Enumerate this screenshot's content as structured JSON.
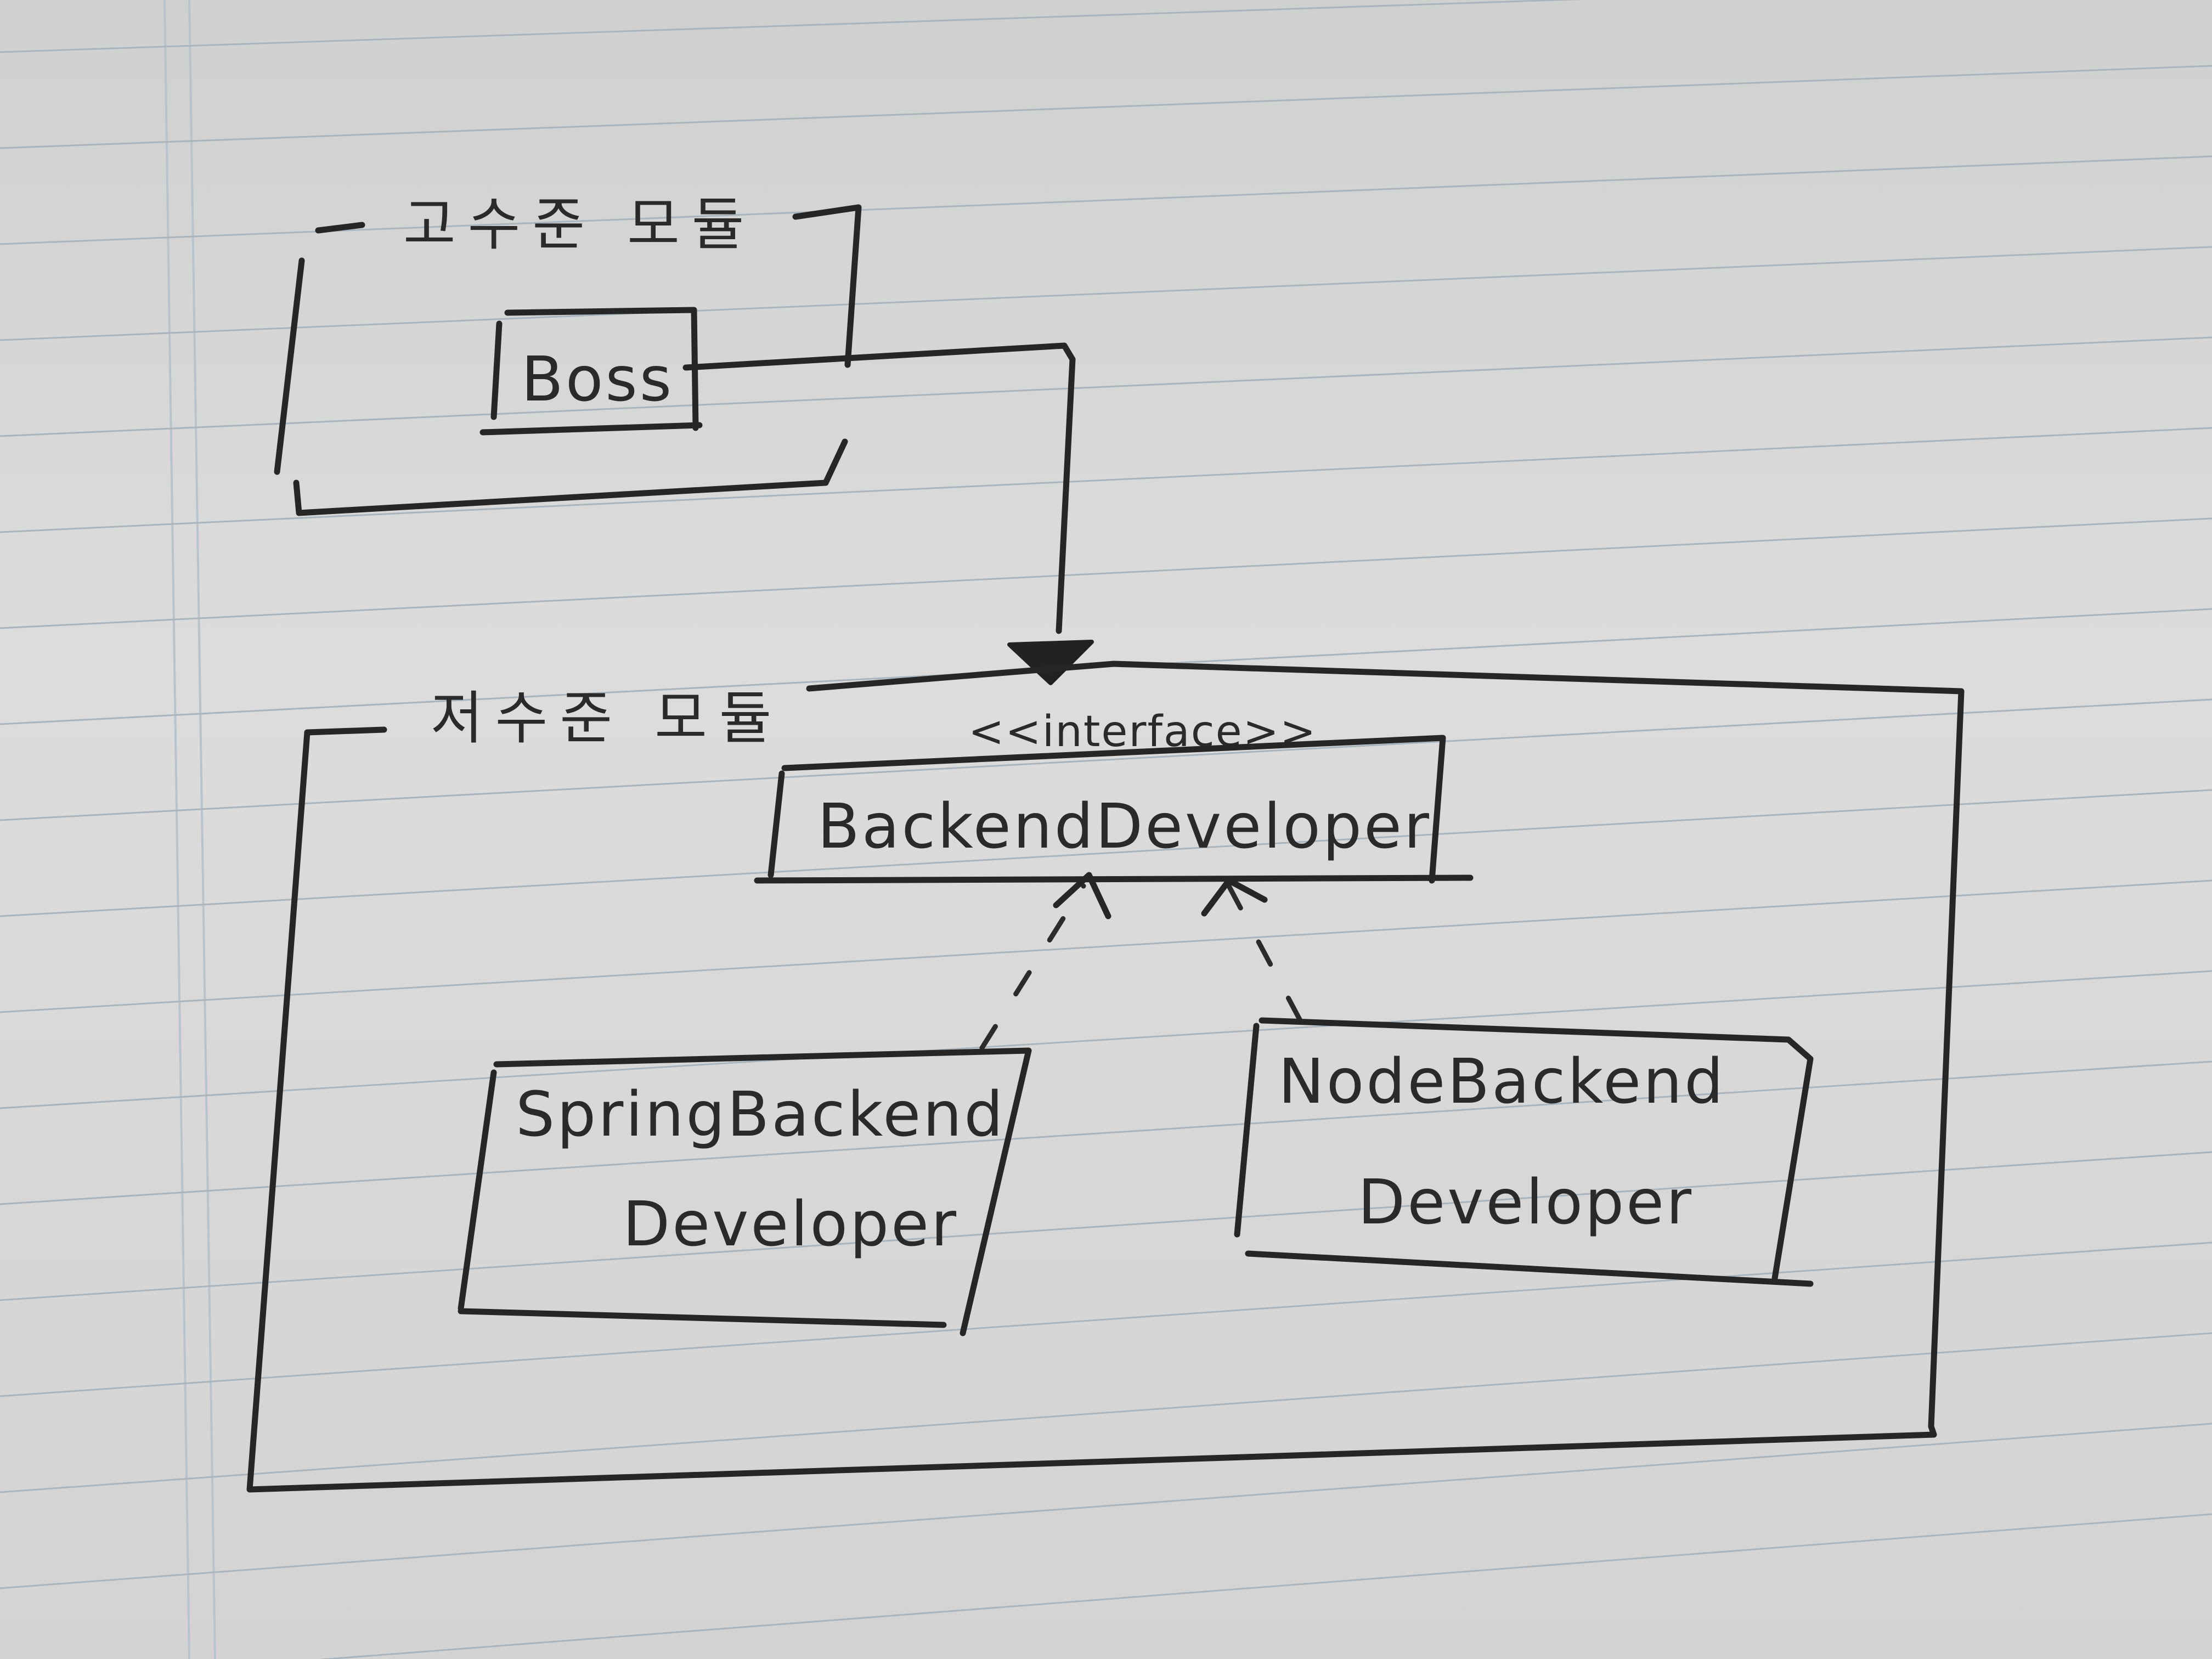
{
  "diagram": {
    "high_level_module": {
      "title": "고수준 모듈",
      "classes": [
        {
          "name": "Boss"
        }
      ]
    },
    "low_level_module": {
      "title": "저수준 모듈",
      "interface": {
        "stereotype": "<<interface>>",
        "name": "BackendDeveloper"
      },
      "implementations": [
        {
          "line1": "SpringBackend",
          "line2": "Developer"
        },
        {
          "line1": "NodeBackend",
          "line2": "Developer"
        }
      ]
    },
    "relations": [
      {
        "from": "Boss",
        "to": "BackendDeveloper",
        "kind": "association"
      },
      {
        "from": "SpringBackendDeveloper",
        "to": "BackendDeveloper",
        "kind": "realization"
      },
      {
        "from": "NodeBackendDeveloper",
        "to": "BackendDeveloper",
        "kind": "realization"
      }
    ]
  }
}
